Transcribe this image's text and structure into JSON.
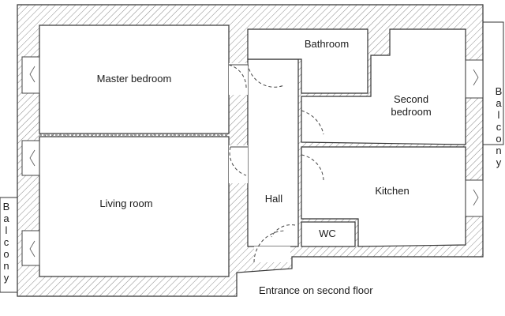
{
  "rooms": {
    "master_bedroom": "Master bedroom",
    "living_room": "Living room",
    "bathroom": "Bathroom",
    "second_bedroom_line1": "Second",
    "second_bedroom_line2": "bedroom",
    "hall": "Hall",
    "kitchen": "Kitchen",
    "wc": "WC"
  },
  "labels": {
    "entrance": "Entrance on second floor",
    "balcony_letters": [
      "B",
      "a",
      "l",
      "c",
      "o",
      "n",
      "y"
    ]
  }
}
